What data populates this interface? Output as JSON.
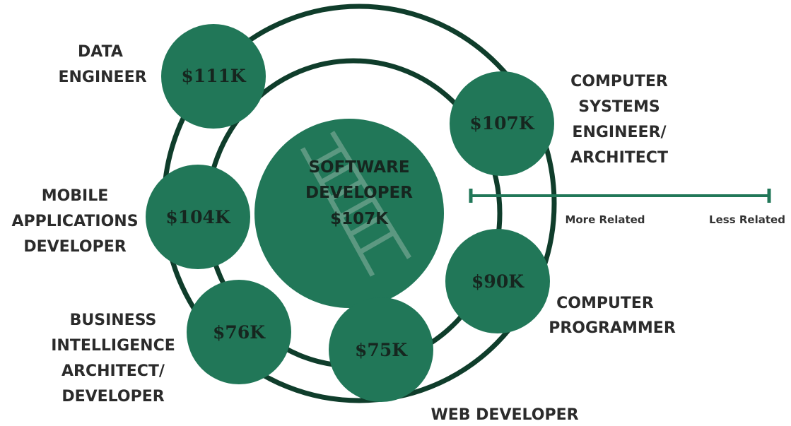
{
  "colors": {
    "node": "#217758",
    "ring": "#0f3d2b",
    "salary_text": "#16261f",
    "role_text": "#2b2b2b",
    "background": "#ffffff"
  },
  "center": {
    "title_line1": "SOFTWARE",
    "title_line2": "DEVELOPER",
    "salary": "$107K",
    "icon": "ladder-icon"
  },
  "careers": [
    {
      "id": "data-engineer",
      "salary": "$111K",
      "label_lines": [
        "DATA",
        "ENGINEER"
      ]
    },
    {
      "id": "computer-systems-engineer-architect",
      "salary": "$107K",
      "label_lines": [
        "COMPUTER",
        "SYSTEMS",
        "ENGINEER/",
        "ARCHITECT"
      ]
    },
    {
      "id": "mobile-applications-developer",
      "salary": "$104K",
      "label_lines": [
        "MOBILE",
        "APPLICATIONS",
        "DEVELOPER"
      ]
    },
    {
      "id": "computer-programmer",
      "salary": "$90K",
      "label_lines": [
        "COMPUTER",
        "PROGRAMMER"
      ]
    },
    {
      "id": "business-intelligence-architect-developer",
      "salary": "$76K",
      "label_lines": [
        "BUSINESS",
        "INTELLIGENCE",
        "ARCHITECT/",
        "DEVELOPER"
      ]
    },
    {
      "id": "web-developer",
      "salary": "$75K",
      "label_lines": [
        "WEB DEVELOPER"
      ]
    }
  ],
  "legend": {
    "more_related": "More Related",
    "less_related": "Less Related"
  }
}
